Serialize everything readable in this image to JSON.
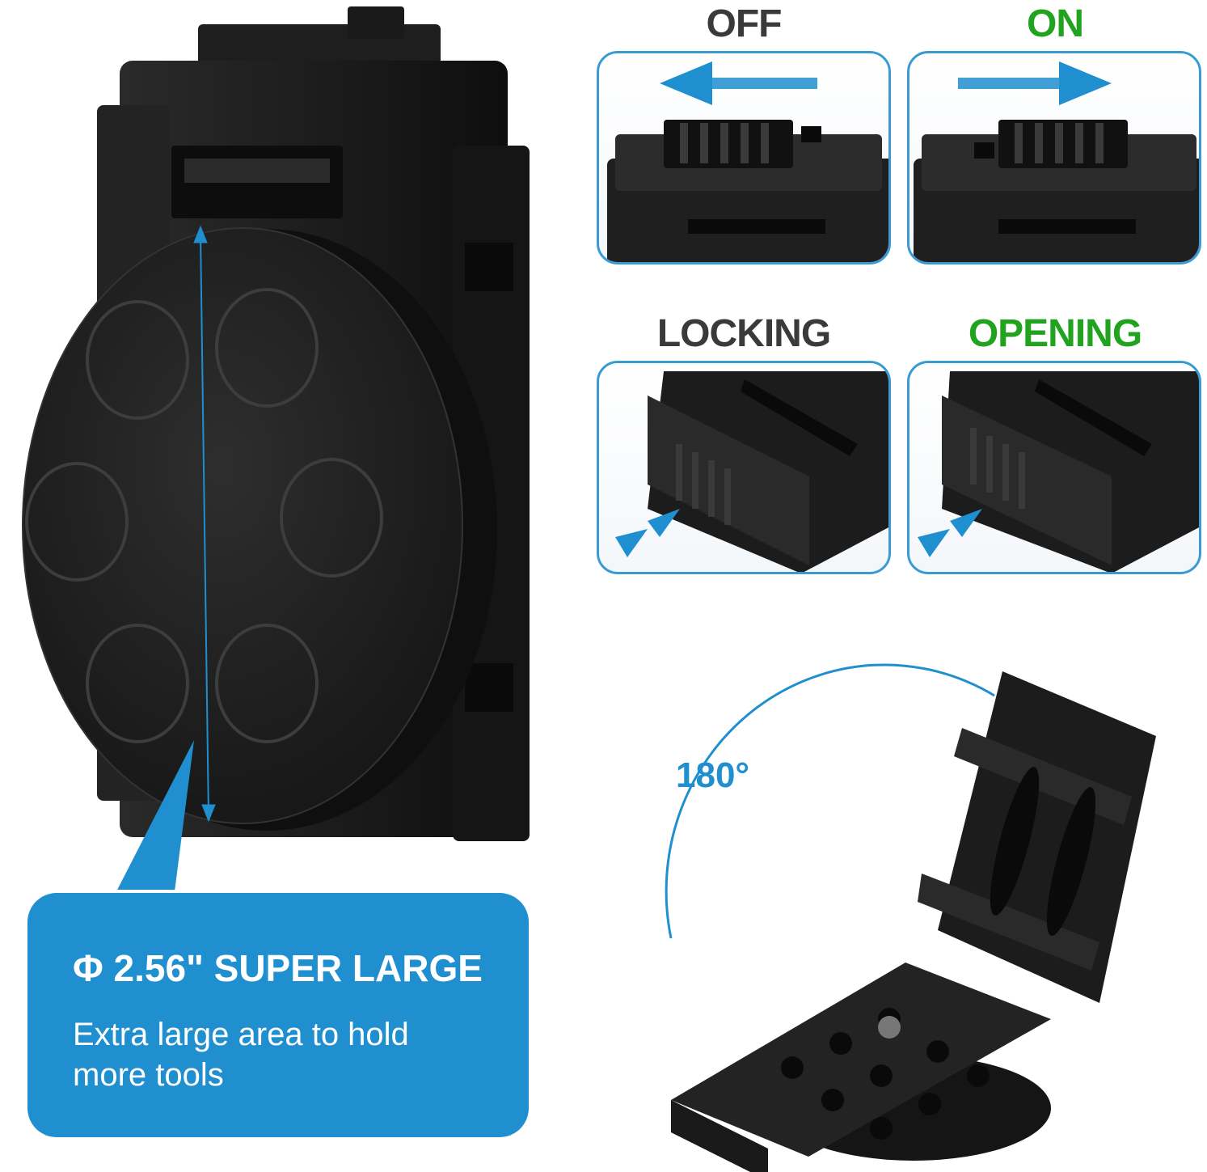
{
  "headings": {
    "off": "OFF",
    "on": "ON",
    "locking": "LOCKING",
    "opening": "OPENING"
  },
  "callout": {
    "title": "Φ 2.56\" SUPER LARGE",
    "description": "Extra large area to hold more tools"
  },
  "rotation_label": "180°",
  "colors": {
    "accent_blue": "#1f8fcf",
    "panel_border": "#3a9bd3",
    "heading_gray": "#3a3a3a",
    "heading_green": "#22a31f",
    "product_black": "#1c1c1c"
  },
  "icons": {
    "left_arrow": "arrow-left-icon",
    "right_arrow": "arrow-right-icon",
    "push_arrows": "double-chevron-icon"
  }
}
